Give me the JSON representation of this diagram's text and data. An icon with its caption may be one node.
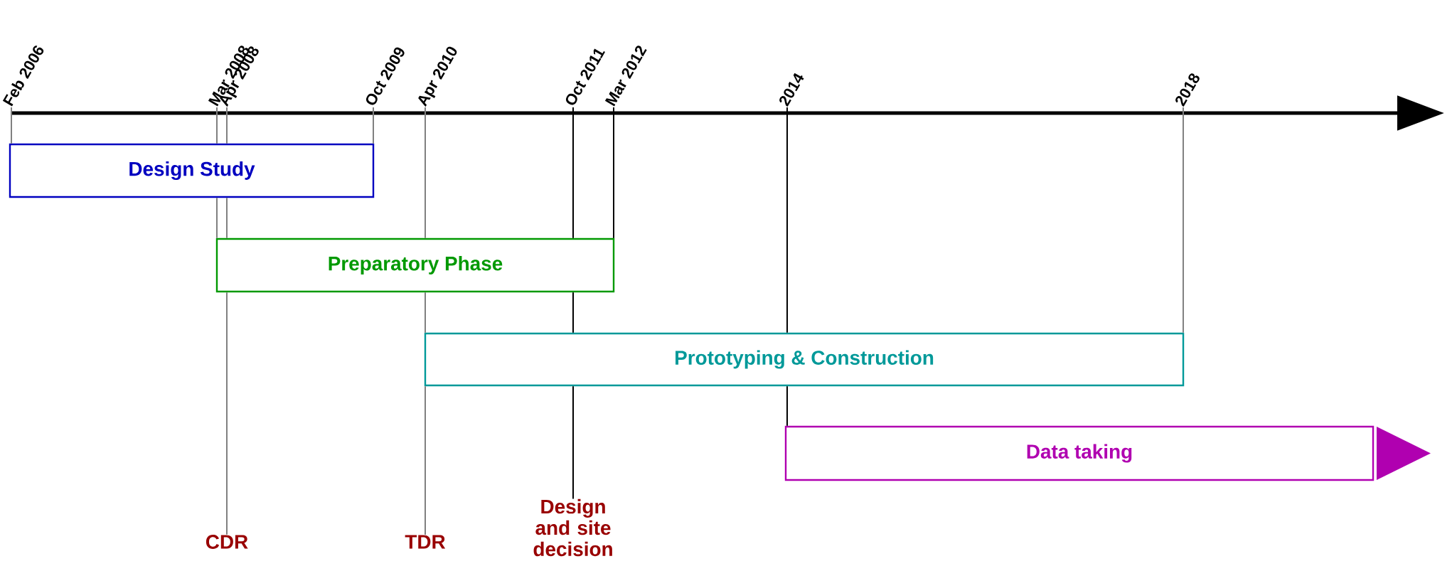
{
  "diagram": {
    "nodes": [
      {
        "text": [
          "Feb 2006"
        ]
      },
      {
        "text": [
          "Mar 2008"
        ]
      },
      {
        "text": [
          "Apr 2008"
        ]
      },
      {
        "text": [
          "Oct 2009"
        ]
      },
      {
        "text": [
          "Apr 2010"
        ]
      },
      {
        "text": [
          "Oct 2011"
        ]
      },
      {
        "text": [
          "Mar 2012"
        ]
      },
      {
        "text": [
          "2014"
        ]
      },
      {
        "text": [
          "2018"
        ]
      },
      {
        "text": [
          "Design Study"
        ]
      },
      {
        "text": [
          "Preparatory Phase"
        ]
      },
      {
        "text": [
          "Prototyping & Construction"
        ]
      },
      {
        "text": [
          "Data taking"
        ]
      },
      {
        "text": [
          "CDR"
        ]
      },
      {
        "text": [
          "TDR"
        ]
      },
      {
        "text": [
          "Design and site decision"
        ]
      }
    ],
    "edges": [
      {
        "from": 0,
        "to": 9,
        "arrow": "none"
      },
      {
        "from": 1,
        "to": 9,
        "arrow": "none"
      },
      {
        "from": 9,
        "to": 10,
        "arrow": "none"
      },
      {
        "from": 2,
        "to": 9,
        "arrow": "none"
      },
      {
        "from": 9,
        "to": 10,
        "arrow": "none"
      },
      {
        "from": 10,
        "to": 13,
        "arrow": "none"
      },
      {
        "from": 3,
        "to": 9,
        "arrow": "none"
      },
      {
        "from": 4,
        "to": 10,
        "arrow": "none"
      },
      {
        "from": 10,
        "to": 11,
        "arrow": "none"
      },
      {
        "from": 11,
        "to": 14,
        "arrow": "none"
      },
      {
        "from": 5,
        "to": 10,
        "arrow": "none",
        "color": "#000000"
      },
      {
        "from": 10,
        "to": 11,
        "arrow": "none",
        "color": "#000000"
      },
      {
        "from": 11,
        "to": 15,
        "arrow": "none",
        "color": "#000000"
      },
      {
        "from": 6,
        "to": 10,
        "arrow": "none",
        "color": "#000000"
      },
      {
        "from": 7,
        "to": 11,
        "arrow": "none",
        "color": "#000000"
      },
      {
        "from": 11,
        "to": 12,
        "arrow": "none",
        "color": "#000000"
      },
      {
        "from": 8,
        "to": 11,
        "arrow": "none"
      }
    ]
  }
}
